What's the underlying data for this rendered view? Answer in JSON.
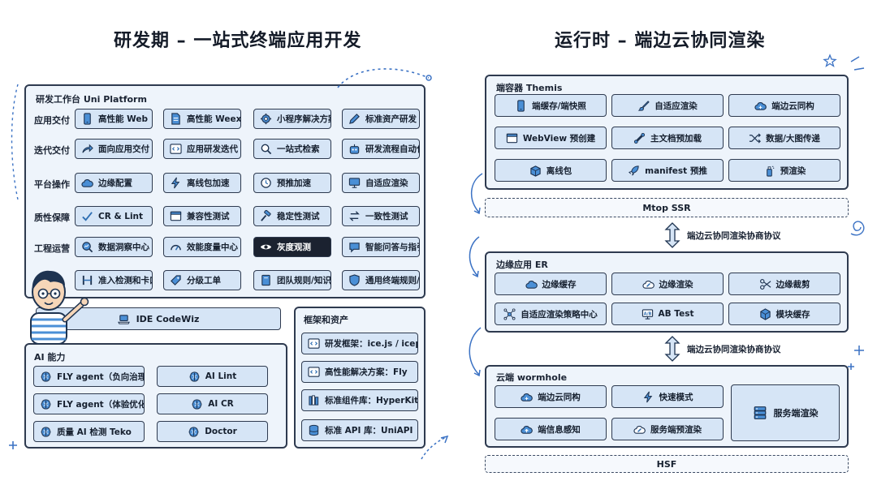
{
  "left": {
    "title": "研发期 – 一站式终端应用开发",
    "platform": {
      "title": "研发工作台 Uni Platform",
      "rows": [
        {
          "label": "应用交付",
          "items": [
            {
              "icon": "phone-icon",
              "text": "高性能 Web"
            },
            {
              "icon": "document-icon",
              "text": "高性能 Weex"
            },
            {
              "icon": "gear-icon",
              "text": "小程序解决方案"
            },
            {
              "icon": "pencil-icon",
              "text": "标准资产研发"
            }
          ]
        },
        {
          "label": "迭代交付",
          "items": [
            {
              "icon": "share-icon",
              "text": "面向应用交付"
            },
            {
              "icon": "code-icon",
              "text": "应用研发迭代"
            },
            {
              "icon": "search-icon",
              "text": "一站式检索"
            },
            {
              "icon": "robot-icon",
              "text": "研发流程自动化"
            }
          ]
        },
        {
          "label": "平台操作",
          "items": [
            {
              "icon": "cloud-icon",
              "text": "边缘配置"
            },
            {
              "icon": "lightning-icon",
              "text": "离线包加速"
            },
            {
              "icon": "clock-icon",
              "text": "预推加速"
            },
            {
              "icon": "monitor-icon",
              "text": "自适应渲染"
            }
          ]
        },
        {
          "label": "质性保障",
          "items": [
            {
              "icon": "check-icon",
              "text": "CR & Lint"
            },
            {
              "icon": "window-icon",
              "text": "兼容性测试"
            },
            {
              "icon": "hammer-icon",
              "text": "稳定性测试"
            },
            {
              "icon": "swap-icon",
              "text": "一致性测试"
            }
          ]
        },
        {
          "label": "工程运营",
          "items": [
            {
              "icon": "search-chart-icon",
              "text": "数据洞察中心"
            },
            {
              "icon": "gauge-icon",
              "text": "效能度量中心"
            },
            {
              "icon": "eye-icon",
              "text": "灰度观测"
            },
            {
              "icon": "chat-icon",
              "text": "智能问答与指引"
            }
          ]
        },
        {
          "label": "",
          "items": [
            {
              "icon": "gate-icon",
              "text": "准入检测和卡口"
            },
            {
              "icon": "tag-icon",
              "text": "分级工单"
            },
            {
              "icon": "book-icon",
              "text": "团队规则/知识"
            },
            {
              "icon": "shield-icon",
              "text": "通用终端规则/知识"
            }
          ]
        }
      ]
    },
    "ide": {
      "icon": "laptop-icon",
      "text": "IDE CodeWiz"
    },
    "ai": {
      "title": "AI 能力",
      "items": [
        {
          "icon": "brain-icon",
          "text": "FLY agent（负向治理）"
        },
        {
          "icon": "brain-icon",
          "text": "AI Lint"
        },
        {
          "icon": "brain-icon",
          "text": "FLY agent（体验优化）"
        },
        {
          "icon": "brain-icon",
          "text": "AI CR"
        },
        {
          "icon": "brain-icon",
          "text": "质量 AI 检测 Teko"
        },
        {
          "icon": "brain-icon",
          "text": "Doctor"
        }
      ]
    },
    "framework": {
      "title": "框架和资产",
      "items": [
        {
          "icon": "code-icon",
          "text": "研发框架：ice.js / icepkg"
        },
        {
          "icon": "code-icon",
          "text": "高性能解决方案：Fly"
        },
        {
          "icon": "books-icon",
          "text": "标准组件库：HyperKit"
        },
        {
          "icon": "database-icon",
          "text": "标准 API 库：UniAPI"
        }
      ]
    }
  },
  "right": {
    "title": "运行时 – 端边云协同渲染",
    "container": {
      "title": "端容器 Themis",
      "items": [
        {
          "icon": "phone-icon",
          "text": "端缓存/端快照"
        },
        {
          "icon": "brush-icon",
          "text": "自适应渲染"
        },
        {
          "icon": "cloud-sync-icon",
          "text": "端边云同构"
        },
        {
          "icon": "window-icon",
          "text": "WebView 预创建"
        },
        {
          "icon": "bone-icon",
          "text": "主文档预加载"
        },
        {
          "icon": "shuffle-icon",
          "text": "数据/大图传递"
        },
        {
          "icon": "box-icon",
          "text": "离线包"
        },
        {
          "icon": "rocket-icon",
          "text": "manifest 预推"
        },
        {
          "icon": "spray-icon",
          "text": "预渲染"
        }
      ]
    },
    "mtop": "Mtop SSR",
    "protocol_1": "端边云协同渲染协商协议",
    "edge": {
      "title": "边缘应用 ER",
      "items": [
        {
          "icon": "cloud-icon",
          "text": "边缘缓存"
        },
        {
          "icon": "cloud-brush-icon",
          "text": "边缘渲染"
        },
        {
          "icon": "scissors-icon",
          "text": "边缘裁剪"
        },
        {
          "icon": "nodes-icon",
          "text": "自适应渲染策略中心"
        },
        {
          "icon": "ab-test-icon",
          "text": "AB Test"
        },
        {
          "icon": "cube-icon",
          "text": "模块缓存"
        }
      ]
    },
    "protocol_2": "端边云协同渲染协商协议",
    "cloud": {
      "title": "云端 wormhole",
      "items": [
        {
          "icon": "cloud-sync-icon",
          "text": "端边云同构"
        },
        {
          "icon": "lightning-icon",
          "text": "快速模式"
        },
        {
          "icon": "cloud-upload-icon",
          "text": "端信息感知"
        },
        {
          "icon": "cloud-brush-icon",
          "text": "服务端预渲染"
        }
      ],
      "big": {
        "icon": "server-icon",
        "text": "服务端渲染"
      }
    },
    "hsf": "HSF"
  },
  "colors": {
    "border": "#2e3a4f",
    "chip": "#d6e5f6",
    "panel": "#eef4fb",
    "dark_chip": "#1b2230",
    "icon": "#2f6fb3"
  }
}
